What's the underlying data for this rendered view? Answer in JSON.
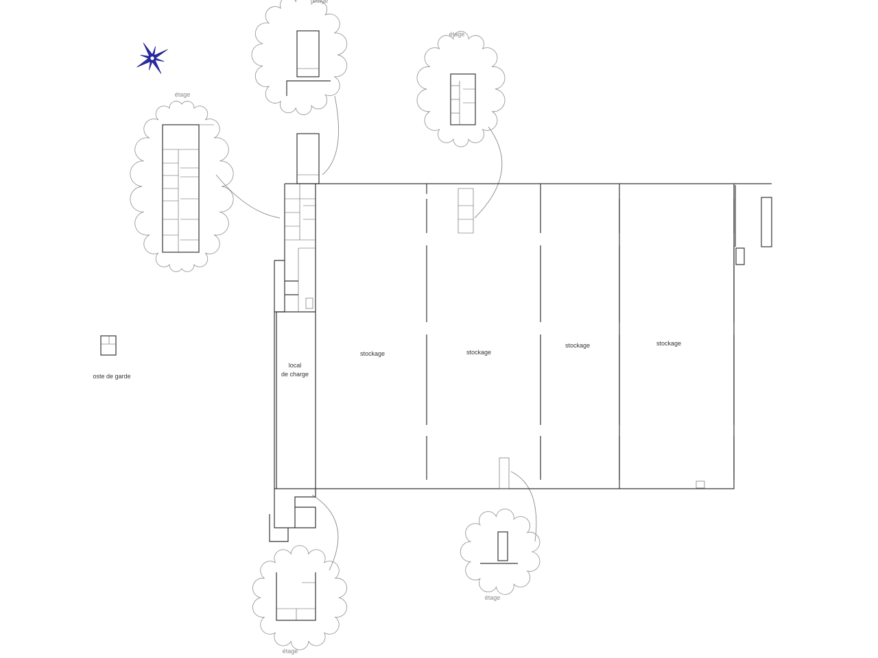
{
  "plan": {
    "storage_label": "stockage",
    "charging_room_line1": "local",
    "charging_room_line2": "de charge",
    "guard_post": "oste de garde",
    "floor_label": "étage",
    "compass_icon": "compass-rose-icon",
    "compass_color": "#2a2aa8"
  }
}
